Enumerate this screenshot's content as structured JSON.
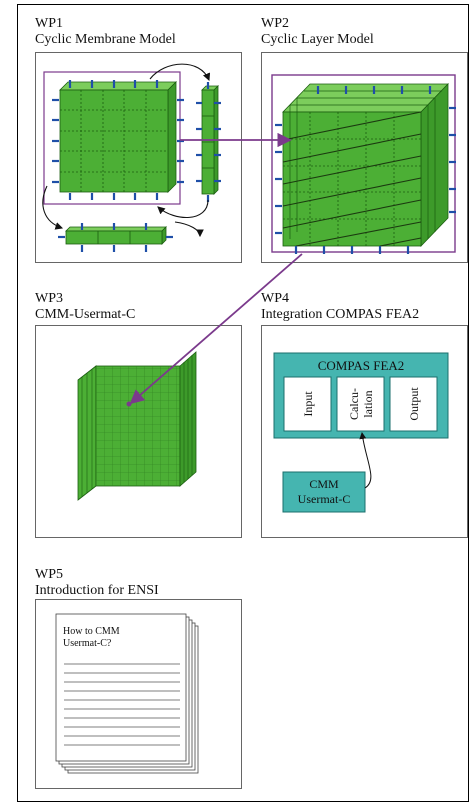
{
  "wp1": {
    "id": "WP1",
    "title": "Cyclic Membrane Model"
  },
  "wp2": {
    "id": "WP2",
    "title": "Cyclic Layer Model"
  },
  "wp3": {
    "id": "WP3",
    "title": "CMM-Usermat-C"
  },
  "wp4": {
    "id": "WP4",
    "title": "Integration COMPAS FEA2",
    "box_title": "COMPAS FEA2",
    "columns": [
      "Input",
      "Calcu-\nlation",
      "Output"
    ],
    "cmm_label_1": "CMM",
    "cmm_label_2": "Usermat-C"
  },
  "wp5": {
    "id": "WP5",
    "title": "Introduction for ENSI",
    "doc_line_1": "How to CMM",
    "doc_line_2": "Usermat-C?"
  },
  "colors": {
    "green": "#4caf35",
    "green_dark": "#2e7d1f",
    "purple": "#7b3a8c",
    "teal": "#45b5b0",
    "blue": "#1f4fa8"
  }
}
